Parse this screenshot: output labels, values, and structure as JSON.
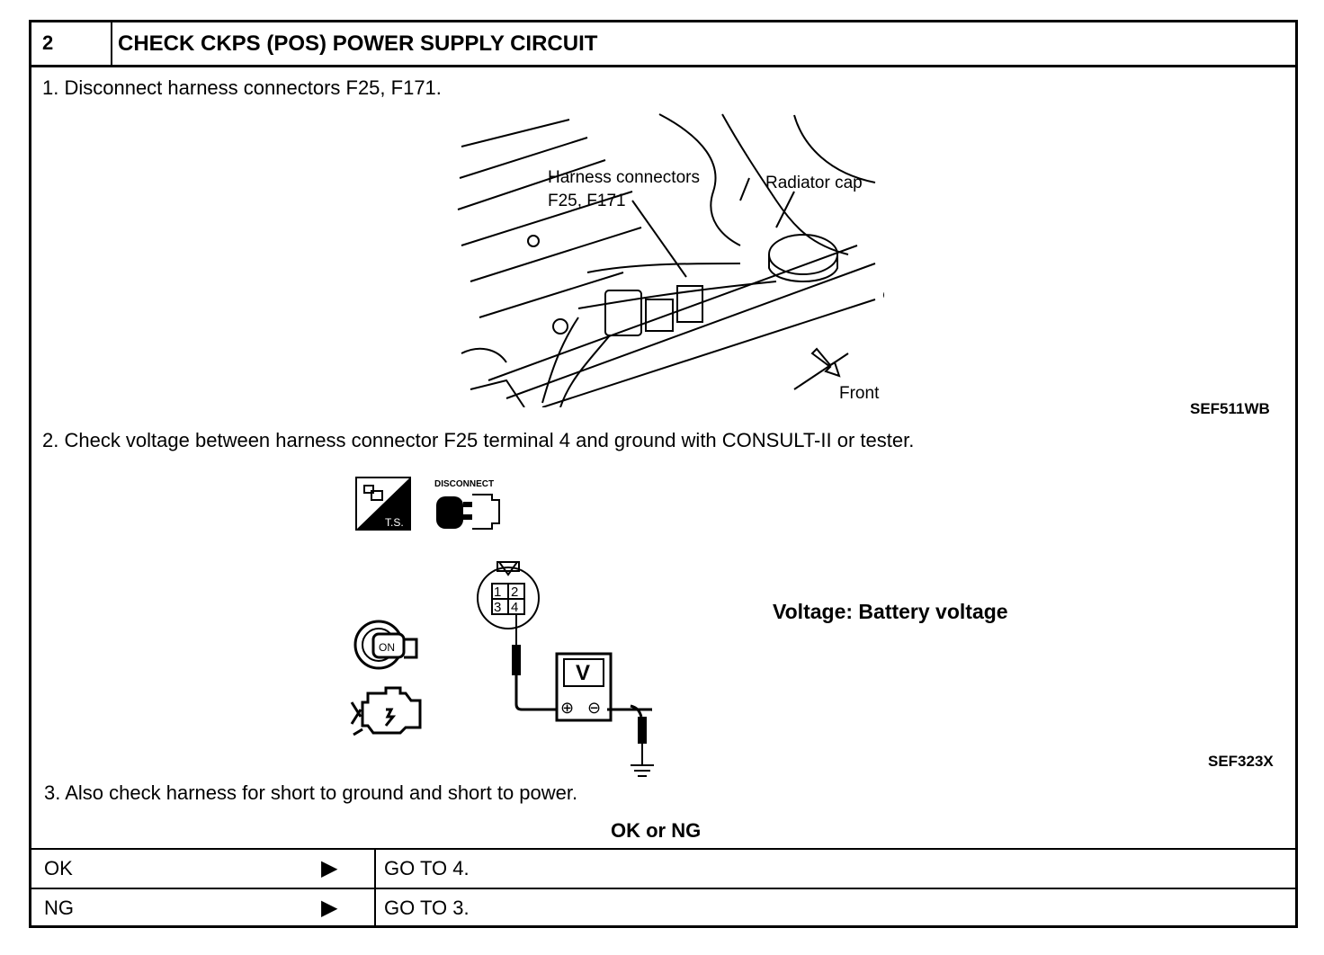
{
  "header": {
    "step_number": "2",
    "title": "CHECK CKPS (POS) POWER SUPPLY CIRCUIT"
  },
  "steps": [
    "1.  Disconnect harness connectors F25, F171.",
    "2.  Check voltage between harness connector F25 terminal 4 and ground with CONSULT-II or tester.",
    "3.  Also check harness for short to ground and short to power."
  ],
  "figure1": {
    "label_connectors_line1": "Harness connectors",
    "label_connectors_line2": "F25, F171",
    "label_radiator": "Radiator cap",
    "label_front": "Front",
    "code": "SEF511WB"
  },
  "figure2": {
    "icon_ts_label": "T.S.",
    "icon_disconnect_label": "DISCONNECT",
    "ignition_label": "ON",
    "connector_pins": [
      "1",
      "2",
      "3",
      "4"
    ],
    "meter_label": "V",
    "plus": "⊕",
    "minus": "⊖",
    "spec": "Voltage: Battery voltage",
    "code": "SEF323X"
  },
  "result": {
    "question": "OK or NG",
    "rows": [
      {
        "key": "OK",
        "arrow": "▶",
        "value": "GO TO 4."
      },
      {
        "key": "NG",
        "arrow": "▶",
        "value": "GO TO 3."
      }
    ]
  }
}
